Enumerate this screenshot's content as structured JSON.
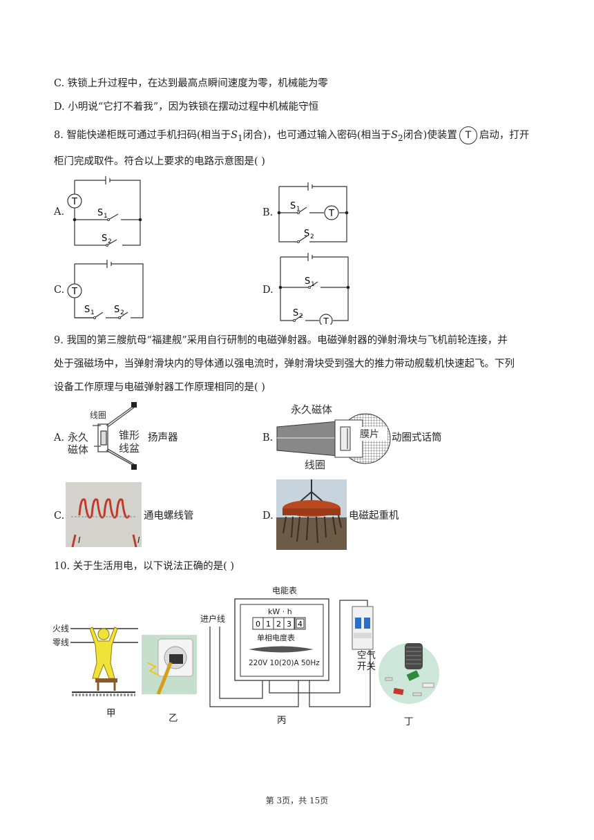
{
  "q7": {
    "optC": "C. 铁锁上升过程中，在达到最高点瞬间速度为零，机械能为零",
    "optD": "D. 小明说“它打不着我”，因为铁锁在摆动过程中机械能守恒"
  },
  "q8": {
    "stem1a": "8. 智能快递柜既可通过手机扫码(相当于",
    "s1": "S",
    "s1sub": "1",
    "stem1b": "闭合)，也可通过输入密码(相当于",
    "s2": "S",
    "s2sub": "2",
    "stem1c": "闭合)使装置",
    "device": "T",
    "stem1d": "启动，打开",
    "stem2": "柜门完成取件。符合以上要求的电路示意图是(     )",
    "labels": {
      "A": "A.",
      "B": "B.",
      "C": "C.",
      "D": "D."
    },
    "circuit": {
      "t": "T",
      "s1": "S",
      "s2": "S",
      "n1": "1",
      "n2": "2"
    }
  },
  "q9": {
    "stem1": "9. 我国的第三艘航母“福建舰”采用自行研制的电磁弹射器。电磁弹射器的弹射滑块与飞机前轮连接，并",
    "stem2": "处于强磁场中，当弹射滑块内的导体通以强电流时，弹射滑块受到强大的推力带动舰载机快速起飞。下列",
    "stem3": "设备工作原理与电磁弹射器工作原理相同的是(     )",
    "A": {
      "label": "A.",
      "text": "扬声器",
      "coil": "线圈",
      "magnet1": "永久",
      "magnet2": "磁体",
      "cone1": "锥形",
      "cone2": "线盆"
    },
    "B": {
      "label": "B.",
      "text": "动圈式话筒",
      "magnet": "永久磁体",
      "film": "膜片",
      "coil": "线圈"
    },
    "C": {
      "label": "C.",
      "text": "通电螺线管",
      "i": "I"
    },
    "D": {
      "label": "D.",
      "text": "电磁起重机"
    }
  },
  "q10": {
    "stem": "10. 关于生活用电，以下说法正确的是(     )",
    "meter_title": "电能表",
    "unit": "kW · h",
    "digits": [
      "0",
      "1",
      "2",
      "3",
      "4"
    ],
    "meter_type": "单相电度表",
    "rating": "220V  10(20)A   50Hz",
    "inlet": "进户线",
    "live": "火线",
    "neutral": "零线",
    "switch1": "空气",
    "switch2": "开关",
    "jia": "甲",
    "yi": "乙",
    "bing": "丙",
    "ding": "丁"
  },
  "footer": "第 3页，共 15页"
}
